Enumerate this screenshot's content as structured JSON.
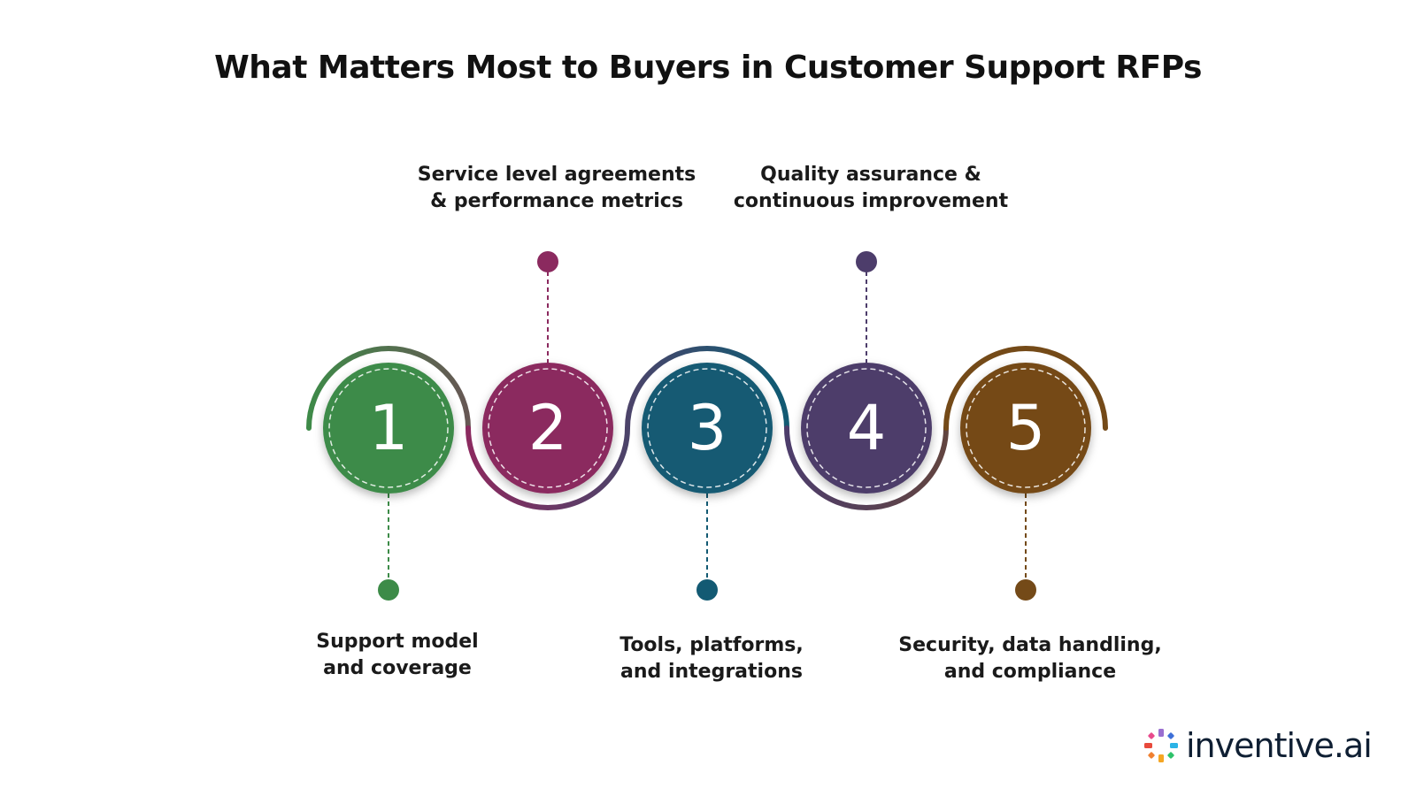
{
  "title": "What Matters Most to Buyers in Customer Support RFPs",
  "steps": [
    {
      "number": "1",
      "line1": "Support model",
      "line2": "and coverage",
      "color": "#3d8b48"
    },
    {
      "number": "2",
      "line1": "Service level agreements",
      "line2": "& performance metrics",
      "color": "#8b2a5f"
    },
    {
      "number": "3",
      "line1": "Tools, platforms,",
      "line2": "and integrations",
      "color": "#135a73"
    },
    {
      "number": "4",
      "line1": "Quality assurance &",
      "line2": "continuous improvement",
      "color": "#4d3d6b"
    },
    {
      "number": "5",
      "line1": "Security, data handling,",
      "line2": "and compliance",
      "color": "#744a18"
    }
  ],
  "logo": {
    "text": "inventive.ai",
    "icon": "sparkle-logo-icon"
  }
}
